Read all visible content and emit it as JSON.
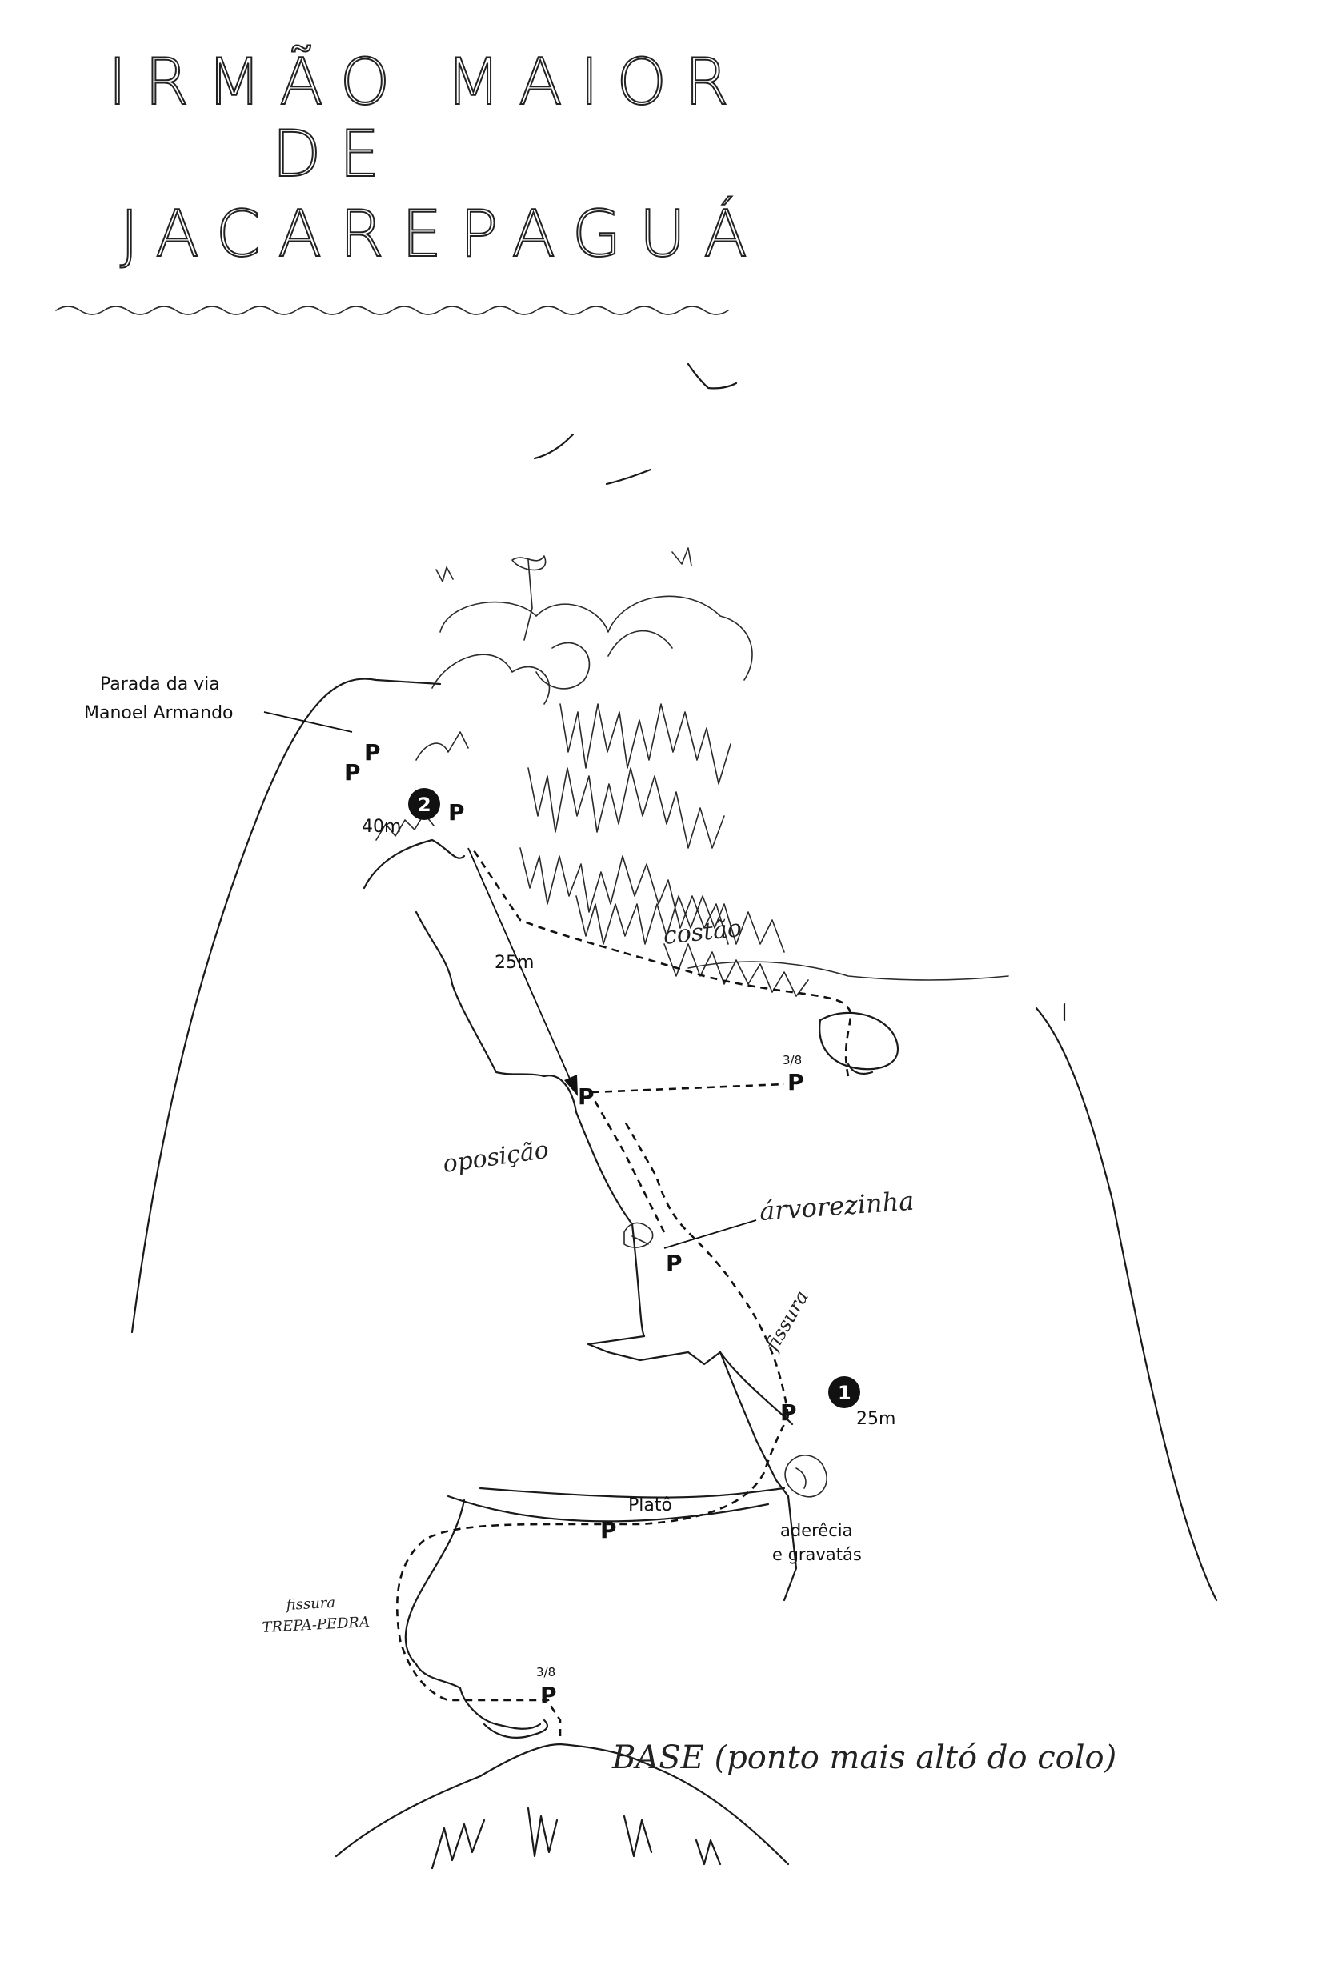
{
  "title": {
    "line1": "IRMÃO MAIOR",
    "line2": "DE",
    "line3": "JACAREPAGUÁ"
  },
  "labels": {
    "parada": "Parada da via",
    "parada2": "Manoel Armando",
    "pitch2_length": "40m",
    "pitch2_number": "2",
    "traverse_length": "25m",
    "costao": "costão",
    "bolt_size": "3/8",
    "oposicao": "oposição",
    "arvorezinha": "árvorezinha",
    "fissura": "fissura",
    "pitch1_number": "1",
    "pitch1_length": "25m",
    "plato": "Platô",
    "aderencia": "aderêcia",
    "gravatas": "e gravatás",
    "fissura_trepa1": "fissura",
    "fissura_trepa2": "TREPA-PEDRA",
    "bolt_size_lower": "3/8",
    "base": "BASE (ponto mais altó do colo)",
    "belay": "P"
  },
  "colors": {
    "ink": "#111111",
    "paper": "#ffffff"
  }
}
